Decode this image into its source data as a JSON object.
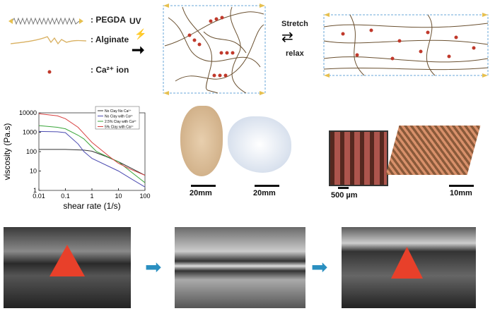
{
  "legend_top": {
    "pegda": ": PEGDA",
    "alginate": ": Alginate",
    "ca": ": Ca²⁺ ion",
    "uv": "UV"
  },
  "transition": {
    "stretch": "Stretch",
    "relax": "relax"
  },
  "scale_bars": {
    "a": "20mm",
    "b": "20mm",
    "c": "500 µm",
    "d": "10mm"
  },
  "colors": {
    "pegda": "#d9b44a",
    "alginate": "#8a6a3a",
    "ca": "#c0392b",
    "arrow": "#2a8fc0"
  },
  "chart_data": {
    "type": "line",
    "xlabel": "shear rate (1/s)",
    "ylabel": "viscosity (Pa.s)",
    "xscale": "log",
    "yscale": "log",
    "xlim": [
      0.01,
      100
    ],
    "ylim": [
      1,
      10000
    ],
    "xticks": [
      "0.01",
      "0.1",
      "1",
      "10",
      "100"
    ],
    "yticks": [
      "1",
      "10",
      "100",
      "1000",
      "10000"
    ],
    "legend_position": "top-right",
    "series": [
      {
        "name": "No Clay No Ca²⁺",
        "color": "#333333",
        "x": [
          0.01,
          0.1,
          0.5,
          1,
          3,
          10,
          30,
          100
        ],
        "y": [
          130,
          130,
          120,
          105,
          60,
          30,
          14,
          6
        ]
      },
      {
        "name": "No Clay with Ca²⁺",
        "color": "#4a4ab0",
        "x": [
          0.01,
          0.05,
          0.1,
          0.3,
          0.5,
          1,
          10,
          30,
          100
        ],
        "y": [
          1100,
          1050,
          950,
          250,
          100,
          45,
          10,
          4,
          1.5
        ]
      },
      {
        "name": "2.5% Clay with Ca²⁺",
        "color": "#3aa63a",
        "x": [
          0.01,
          0.05,
          0.1,
          0.3,
          0.5,
          1.5,
          10,
          30,
          100
        ],
        "y": [
          2200,
          1800,
          1500,
          700,
          450,
          100,
          30,
          9,
          2.5
        ]
      },
      {
        "name": "5% Clay with Ca²⁺",
        "color": "#d84040",
        "x": [
          0.01,
          0.05,
          0.1,
          0.3,
          1,
          5,
          10,
          30,
          100
        ],
        "y": [
          9000,
          7000,
          5000,
          1800,
          300,
          50,
          25,
          12,
          6
        ]
      }
    ]
  }
}
